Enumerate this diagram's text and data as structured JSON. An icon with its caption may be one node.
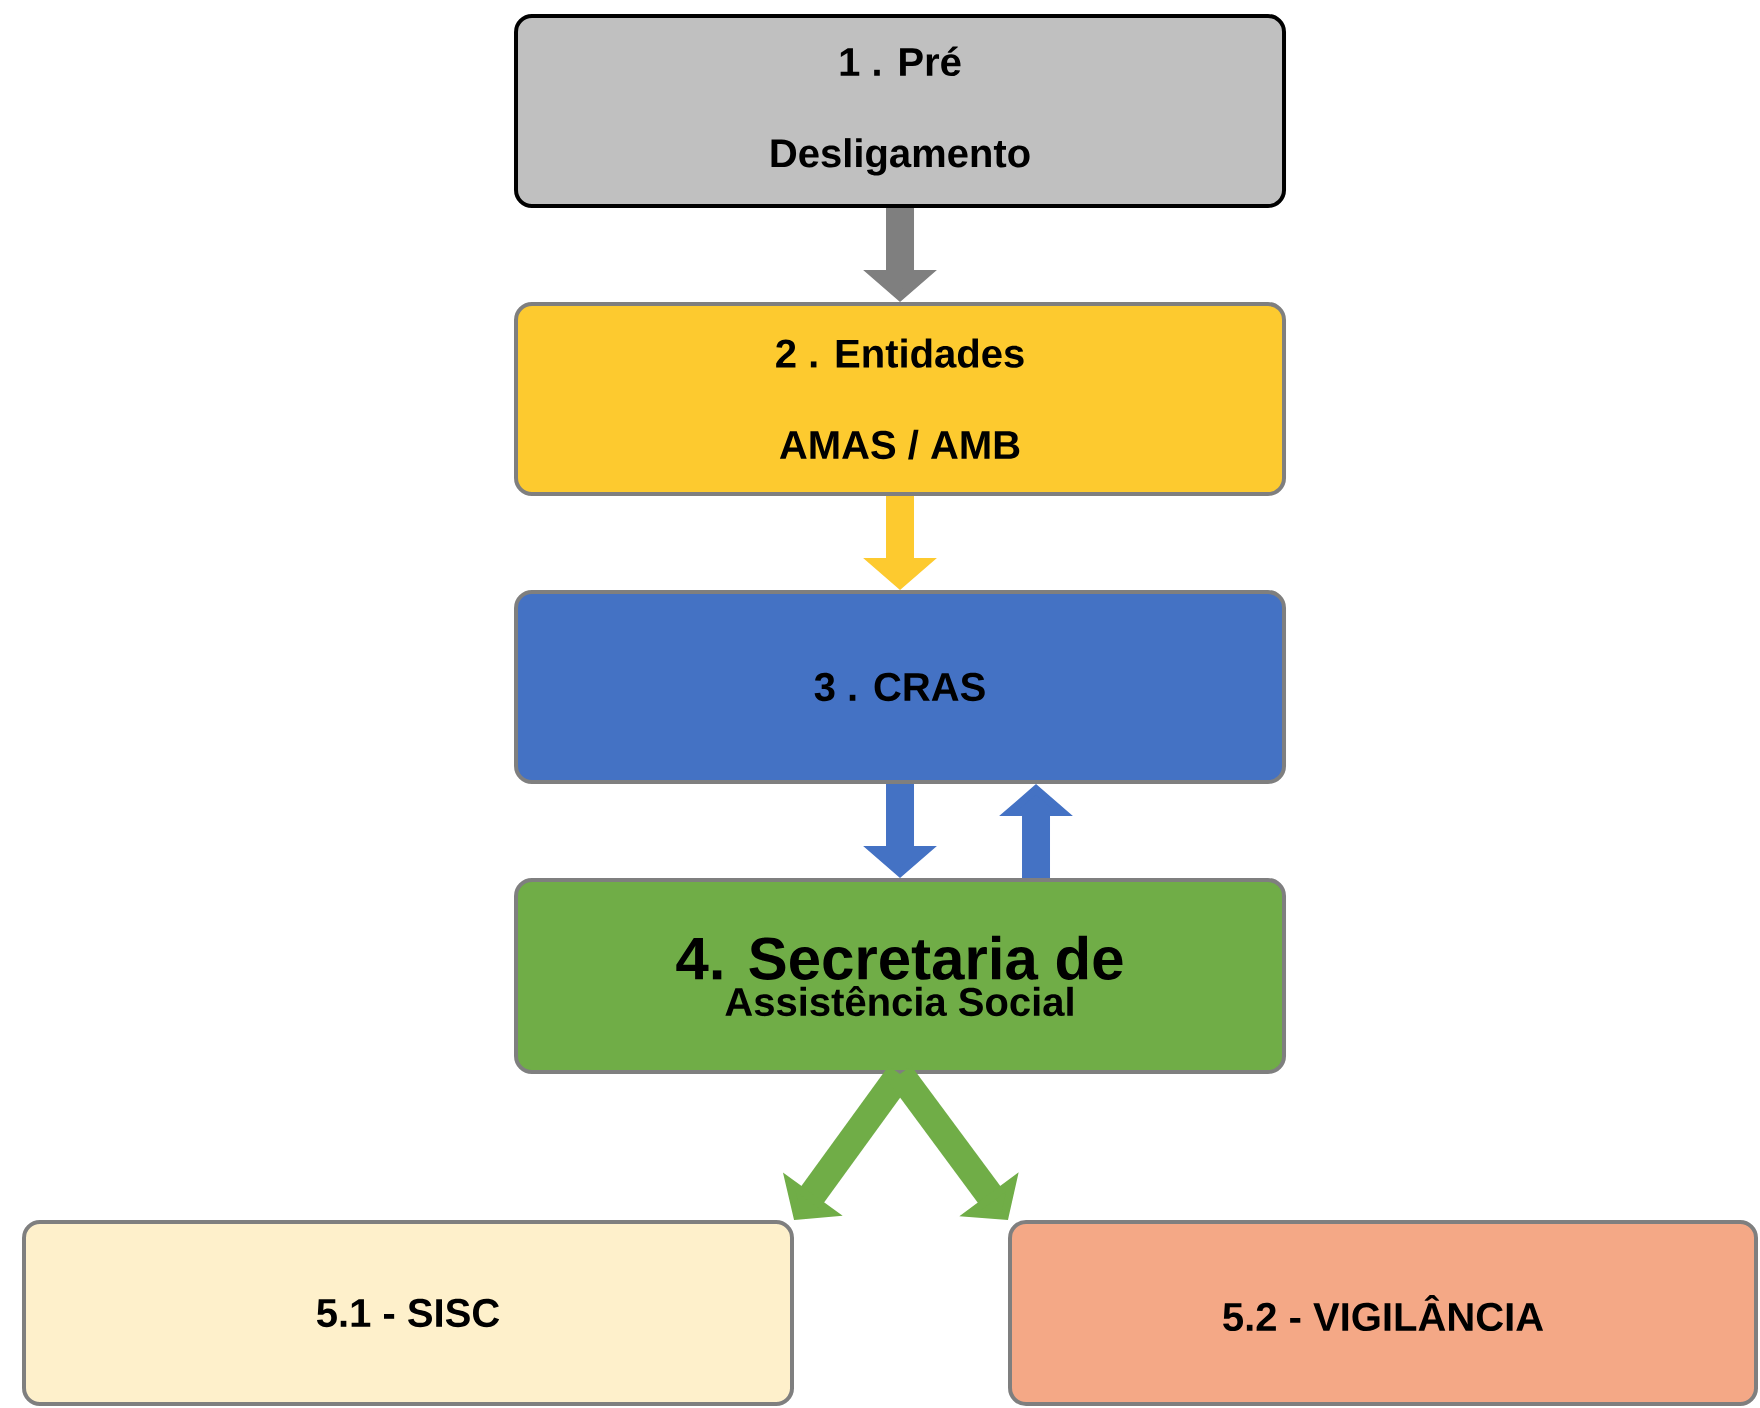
{
  "diagram": {
    "nodes": [
      {
        "text": [
          "1 . Pré",
          "Desligamento"
        ]
      },
      {
        "text": [
          "2 . Entidades",
          "AMAS / AMB"
        ]
      },
      {
        "text": [
          "3 . CRAS"
        ]
      },
      {
        "text": [
          "4. Secretaria de",
          "Assistência Social"
        ]
      },
      {
        "text": [
          "5.1 - SISC"
        ]
      },
      {
        "text": [
          "5.2 - VIGILÂNCIA"
        ]
      }
    ],
    "edges": [
      {
        "from": 0,
        "to": 1,
        "arrow": "to",
        "color": "#7f7f7f"
      },
      {
        "from": 1,
        "to": 2,
        "arrow": "to",
        "color": "#fdca2f"
      },
      {
        "from": 2,
        "to": 3,
        "arrow": "to",
        "color": "#4472c4"
      },
      {
        "from": 3,
        "to": 2,
        "arrow": "to",
        "color": "#4472c4"
      },
      {
        "from": 3,
        "to": 4,
        "arrow": "to",
        "color": "#70ad47"
      },
      {
        "from": 3,
        "to": 5,
        "arrow": "to",
        "color": "#70ad47"
      }
    ]
  }
}
